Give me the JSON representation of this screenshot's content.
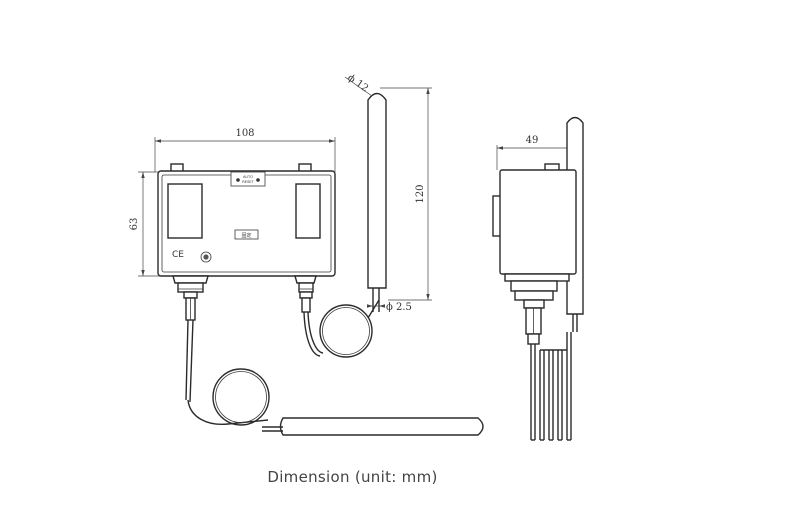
{
  "caption": "Dimension (unit: mm)",
  "dimensions": {
    "width": "108",
    "height": "63",
    "bulb_diameter": "ϕ 12",
    "bulb_length": "120",
    "tube_diameter": "ϕ 2.5",
    "depth": "49"
  },
  "labels": {
    "reset_line1": "AUTO",
    "reset_line2": "RESET",
    "ce_mark": "CE",
    "nameplate": "固定"
  }
}
